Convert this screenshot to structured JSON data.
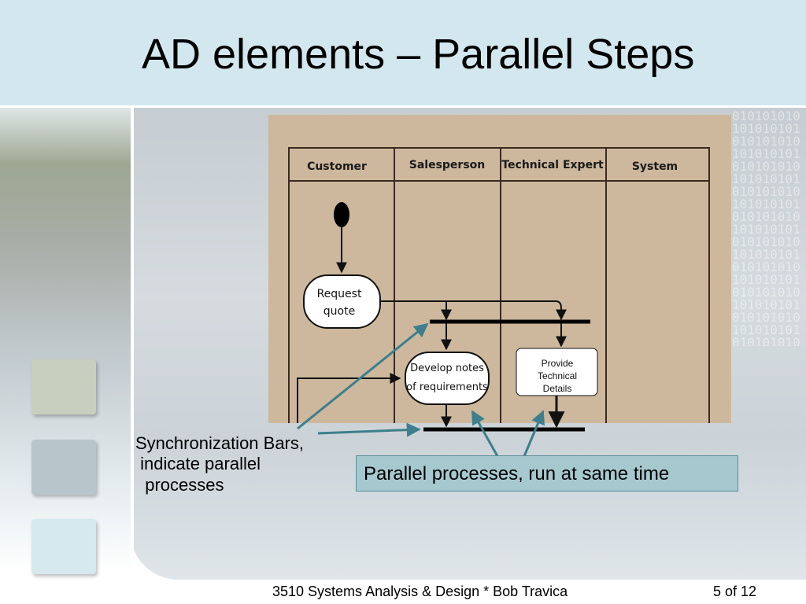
{
  "slide": {
    "title": "AD elements – Parallel Steps",
    "footer": "3510 Systems Analysis & Design * Bob Travica",
    "page_number": "5 of 12"
  },
  "background": {
    "binary_text": "0101010101010101010101010101010101010101010101010101010101010101010101010101010101010101010101010101010101010101010101010101010101010101010101010101010101010101010101010101"
  },
  "diagram": {
    "swimlanes": [
      "Customer",
      "Salesperson",
      "Technical Expert",
      "System"
    ],
    "activities": {
      "request_quote": [
        "Request",
        "quote"
      ],
      "develop_notes": [
        "Develop notes",
        "of requirements"
      ],
      "provide_details": [
        "Provide",
        "Technical",
        "Details"
      ]
    }
  },
  "annotations": {
    "sync_bars": [
      "Synchronization Bars,",
      " indicate parallel",
      "  processes"
    ],
    "parallel": "Parallel processes, run at same time"
  },
  "colors": {
    "title_band": "#d3e8ee",
    "diagram_bg": "#cdb89d",
    "callout_bg": "#a6c8cf",
    "arrow": "#3d7f8c"
  }
}
